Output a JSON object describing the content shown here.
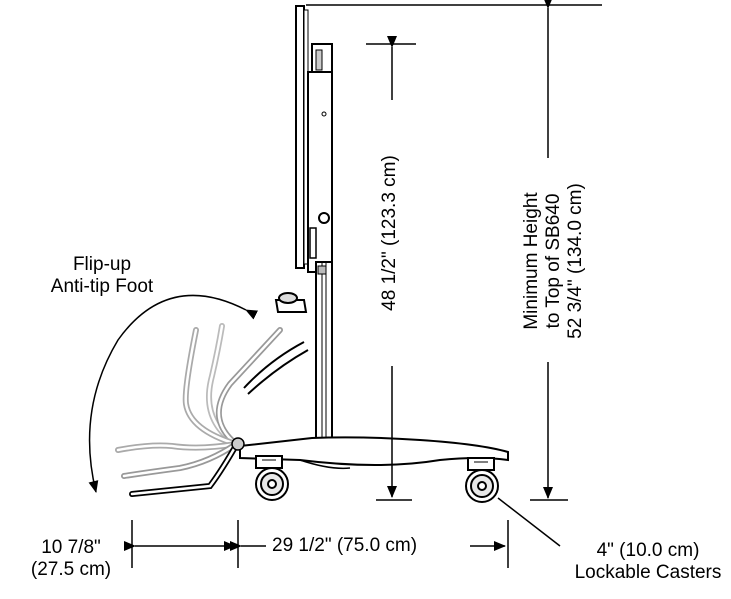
{
  "labels": {
    "flip_foot": [
      "Flip-up",
      "Anti-tip Foot"
    ],
    "cart_height": "48 1/2\" (123.3 cm)",
    "min_height": [
      "Minimum Height",
      "to Top of SB640",
      "52 3/4\" (134.0 cm)"
    ],
    "foot_depth": [
      "10 7/8\"",
      "(27.5 cm)"
    ],
    "base_depth": "29 1/2\" (75.0 cm)",
    "casters": [
      "4\" (10.0 cm)",
      "Lockable Casters"
    ]
  }
}
